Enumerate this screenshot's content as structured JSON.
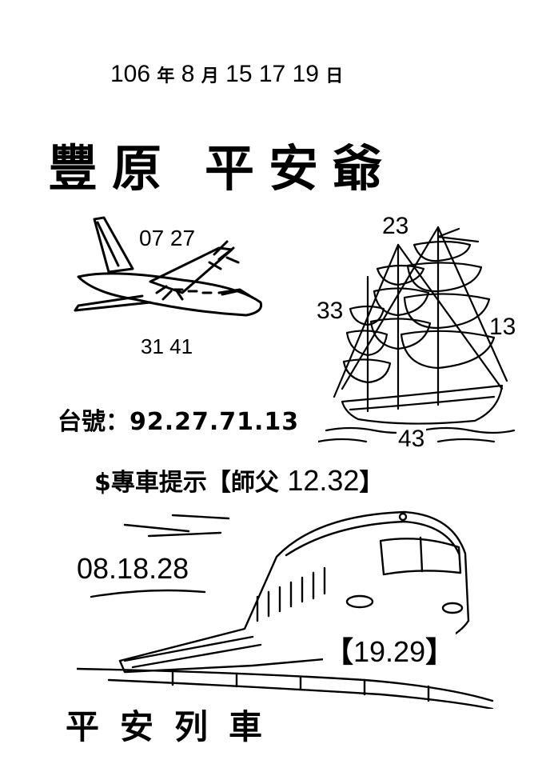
{
  "header": {
    "year": "106",
    "year_char": "年",
    "month": "8",
    "month_char": "月",
    "days": "15 17 19",
    "day_char": "日"
  },
  "title": {
    "left": "豐原",
    "right": "平安爺"
  },
  "plane": {
    "top_numbers": "07 27",
    "bottom_numbers": "31 41"
  },
  "ship": {
    "top": "23",
    "left": "33",
    "right": "13",
    "bottom": "43"
  },
  "tai_hao": {
    "label": "台號：",
    "value": "92.27.71.13"
  },
  "hint": {
    "prefix": "$專車提示【師父",
    "numbers": "12.32",
    "suffix": "】"
  },
  "train": {
    "left_numbers": "08.18.28",
    "bracket_open": "【",
    "bracket_numbers": "19.29",
    "bracket_close": "】"
  },
  "footer": {
    "text": "平安列車"
  }
}
